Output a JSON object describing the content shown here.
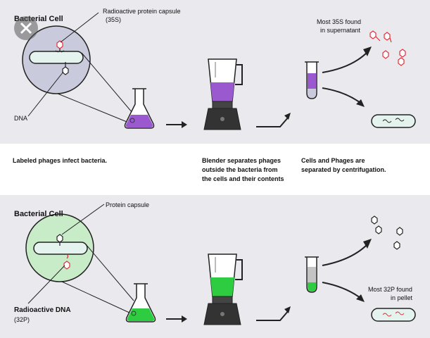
{
  "top": {
    "cell_title": "Bacterial Cell",
    "capsule_label": "Radioactive protein capsule",
    "isotope_label": "(35S)",
    "dna_label": "DNA",
    "result_line1": "Most 35S found",
    "result_line2": "in supernatant"
  },
  "captions": {
    "infect": "Labeled phages infect bacteria.",
    "blender_lines": [
      "Blender separates phages",
      "outside the bacteria from",
      "the cells and their contents"
    ],
    "centrifuge_lines": [
      "Cells and Phages are",
      "separated by centrifugation."
    ]
  },
  "bottom": {
    "cell_title": "Bacterial Cell",
    "capsule_label": "Protein capsule",
    "dna_label": "Radioactive  DNA",
    "isotope_label": "(32P)",
    "result_line1": "Most 32P found",
    "result_line2": "in pellet"
  },
  "colors": {
    "panel_bg": "#e9e9ee",
    "radioactive_protein": "#e0303a",
    "purple_liquid": "#9b59d0",
    "green_liquid": "#2ecc40",
    "top_cell_fill": "#c9cbdd",
    "bottom_cell_fill": "#c8ecc8"
  },
  "icons": {
    "close": "close-icon"
  }
}
